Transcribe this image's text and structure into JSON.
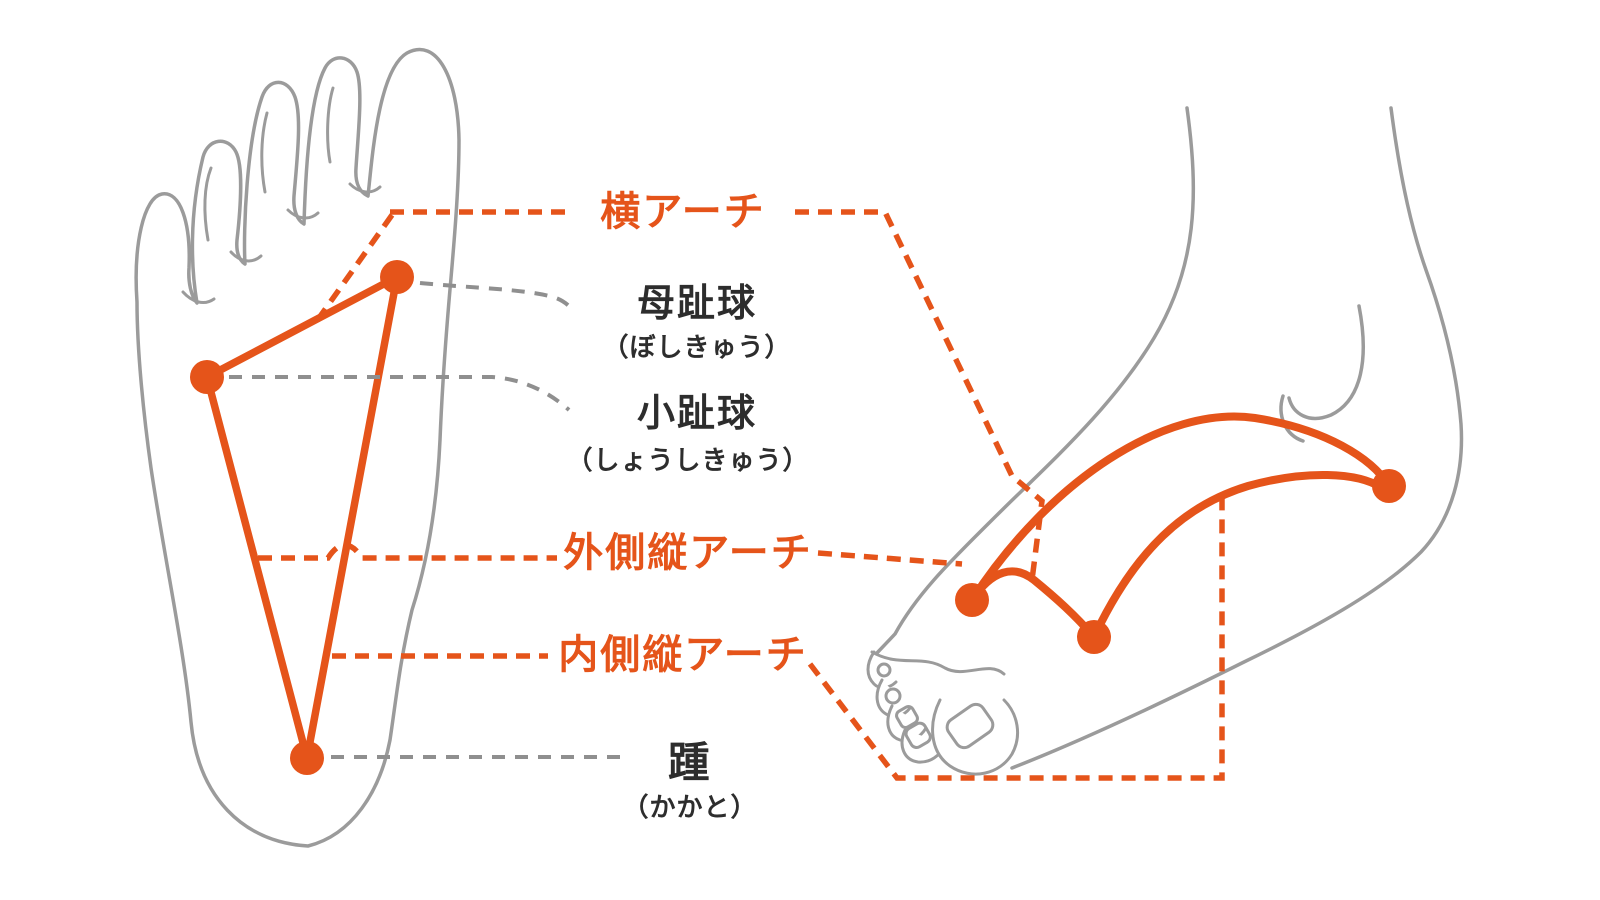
{
  "diagram": {
    "type": "foot-arch-anatomy-diagram",
    "labels": {
      "transverse_arch": "横アーチ",
      "ball_of_big_toe": "母趾球",
      "ball_of_big_toe_reading": "（ぼしきゅう）",
      "ball_of_little_toe": "小趾球",
      "ball_of_little_toe_reading": "（しょうしきゅう）",
      "lateral_longitudinal_arch": "外側縦アーチ",
      "medial_longitudinal_arch": "内側縦アーチ",
      "heel": "踵",
      "heel_reading": "（かかと）"
    },
    "colors": {
      "accent_orange": "#E5541A",
      "foot_outline_grey": "#9B9B9B",
      "callout_grey": "#8F8F8F",
      "label_text": "#2D2D2D",
      "background": "#FFFFFF"
    }
  }
}
